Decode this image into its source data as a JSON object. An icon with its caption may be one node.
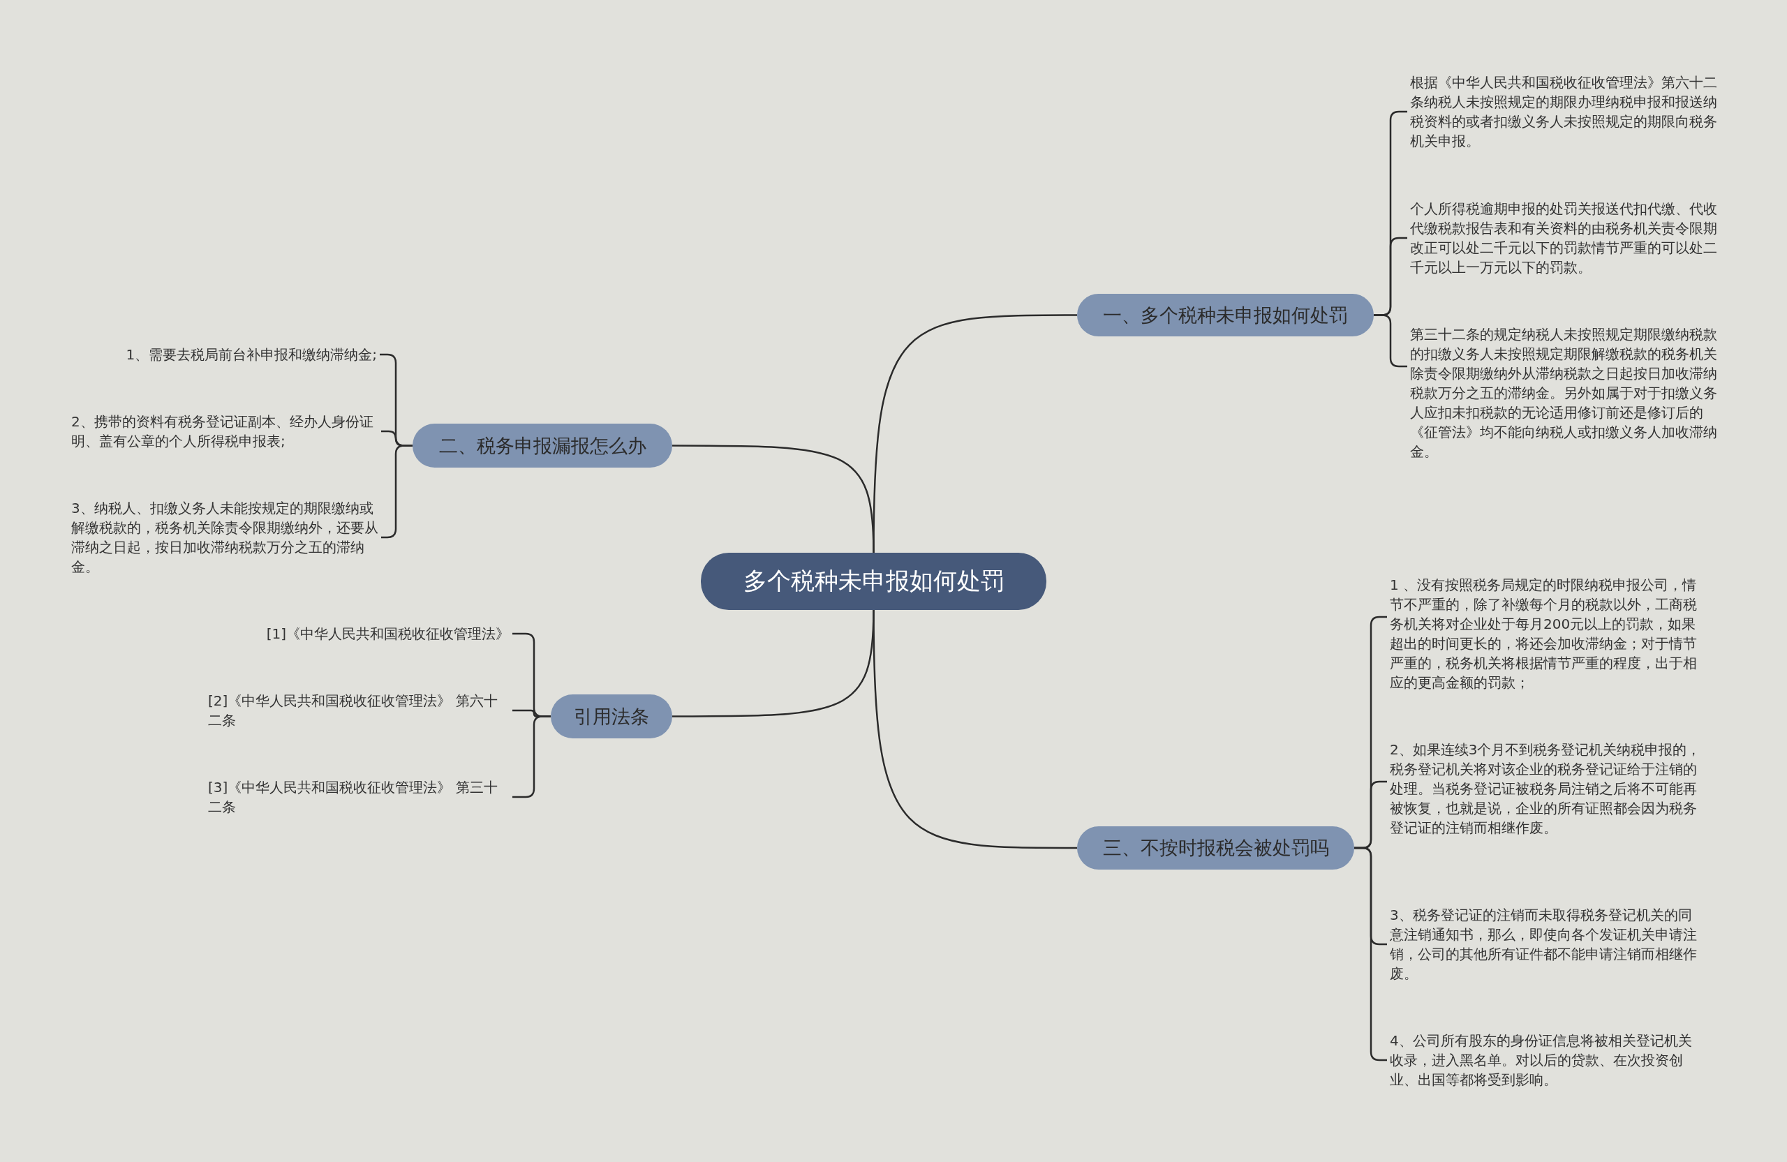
{
  "diagram": {
    "nodes": [
      {
        "text": [
          "多个税种未申报如何处罚"
        ]
      },
      {
        "text": [
          "一、多个税种未申报如何处罚"
        ]
      },
      {
        "text": [
          "根据《中华人民共和国税收征收管理法》第六十二条纳税人未按照规定的期限办理纳税申报和报送纳税资料的或者扣缴义务人未按照规定的期限向税务机关申报。"
        ]
      },
      {
        "text": [
          "个人所得税逾期申报的处罚关报送代扣代缴、代收代缴税款报告表和有关资料的由税务机关责令限期改正可以处二千元以下的罚款情节严重的可以处二千元以上一万元以下的罚款。"
        ]
      },
      {
        "text": [
          "第三十二条的规定纳税人未按照规定期限缴纳税款的扣缴义务人未按照规定期限解缴税款的税务机关除责令限期缴纳外从滞纳税款之日起按日加收滞纳税款万分之五的滞纳金。另外如属于对于扣缴义务人应扣未扣税款的无论适用修订前还是修订后的《征管法》均不能向纳税人或扣缴义务人加收滞纳金。"
        ]
      },
      {
        "text": [
          "二、税务申报漏报怎么办"
        ]
      },
      {
        "text": [
          "1、需要去税局前台补申报和缴纳滞纳金;"
        ]
      },
      {
        "text": [
          "2、携带的资料有税务登记证副本、经办人身份证明、盖有公章的个人所得税申报表;"
        ]
      },
      {
        "text": [
          "3、纳税人、扣缴义务人未能按规定的期限缴纳或解缴税款的，税务机关除责令限期缴纳外，还要从滞纳之日起，按日加收滞纳税款万分之五的滞纳金。"
        ]
      },
      {
        "text": [
          "引用法条"
        ]
      },
      {
        "text": [
          "[1]《中华人民共和国税收征收管理法》"
        ]
      },
      {
        "text": [
          "[2]《中华人民共和国税收征收管理法》 第六十二条"
        ]
      },
      {
        "text": [
          "[3]《中华人民共和国税收征收管理法》 第三十二条"
        ]
      },
      {
        "text": [
          "三、不按时报税会被处罚吗"
        ]
      },
      {
        "text": [
          "1 、没有按照税务局规定的时限纳税申报公司，情节不严重的，除了补缴每个月的税款以外，工商税务机关将对企业处于每月200元以上的罚款，如果超出的时间更长的，将还会加收滞纳金；对于情节严重的，税务机关将根据情节严重的程度，出于相应的更高金额的罚款；"
        ]
      },
      {
        "text": [
          "2、如果连续3个月不到税务登记机关纳税申报的，税务登记机关将对该企业的税务登记证给于注销的处理。当税务登记证被税务局注销之后将不可能再被恢复，也就是说，企业的所有证照都会因为税务登记证的注销而相继作废。"
        ]
      },
      {
        "text": [
          "3、税务登记证的注销而未取得税务登记机关的同意注销通知书，那么，即使向各个发证机关申请注销，公司的其他所有证件都不能申请注销而相继作废。"
        ]
      },
      {
        "text": [
          "4、公司所有股东的身份证信息将被相关登记机关收录，进入黑名单。对以后的贷款、在次投资创业、出国等都将受到影响。"
        ]
      }
    ],
    "edges": [
      {
        "from": 0,
        "to": 1,
        "arrow": "none"
      },
      {
        "from": 1,
        "to": 2,
        "arrow": "none"
      },
      {
        "from": 1,
        "to": 3,
        "arrow": "none"
      },
      {
        "from": 1,
        "to": 4,
        "arrow": "none"
      },
      {
        "from": 0,
        "to": 5,
        "arrow": "none"
      },
      {
        "from": 5,
        "to": 6,
        "arrow": "none"
      },
      {
        "from": 5,
        "to": 7,
        "arrow": "none"
      },
      {
        "from": 5,
        "to": 8,
        "arrow": "none"
      },
      {
        "from": 0,
        "to": 9,
        "arrow": "none"
      },
      {
        "from": 9,
        "to": 10,
        "arrow": "none"
      },
      {
        "from": 9,
        "to": 11,
        "arrow": "none"
      },
      {
        "from": 9,
        "to": 12,
        "arrow": "none"
      },
      {
        "from": 0,
        "to": 13,
        "arrow": "none"
      },
      {
        "from": 13,
        "to": 14,
        "arrow": "none"
      },
      {
        "from": 13,
        "to": 15,
        "arrow": "none"
      },
      {
        "from": 13,
        "to": 16,
        "arrow": "none"
      },
      {
        "from": 13,
        "to": 17,
        "arrow": "none"
      }
    ]
  }
}
